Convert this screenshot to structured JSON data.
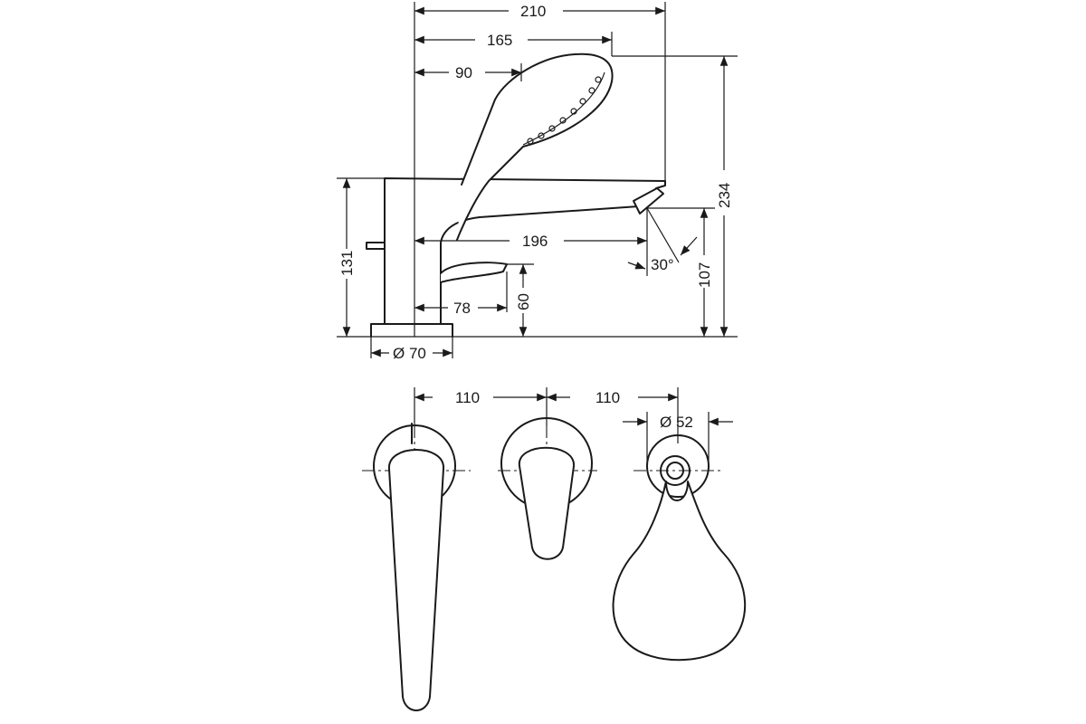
{
  "dimensions": {
    "d210": "210",
    "d165": "165",
    "d90": "90",
    "d234": "234",
    "d131": "131",
    "d196": "196",
    "d30": "30°",
    "d107": "107",
    "d78": "78",
    "d60": "60",
    "d70": "Ø 70",
    "d110a": "110",
    "d110b": "110",
    "d52": "Ø 52"
  },
  "colors": {
    "line": "#1a1a1a",
    "background": "#ffffff"
  }
}
